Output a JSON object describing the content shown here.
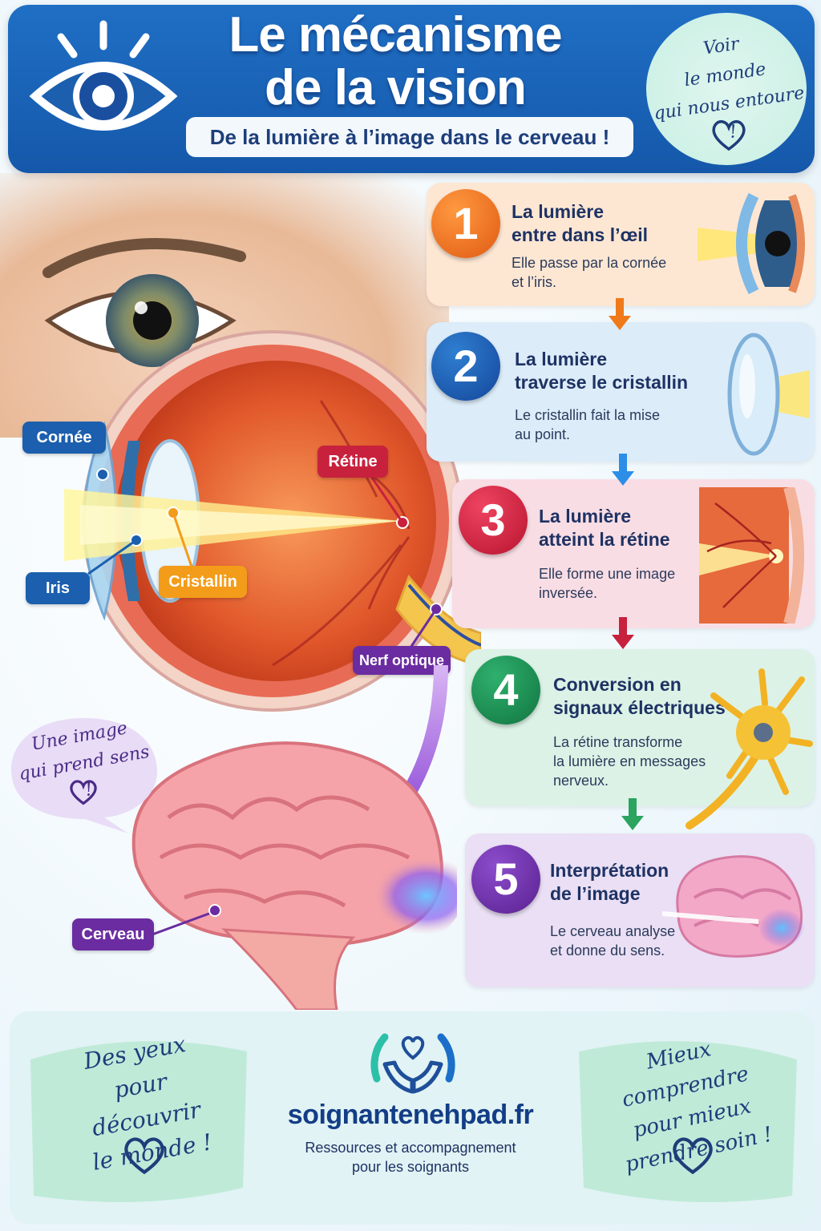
{
  "header": {
    "title_line1": "Le mécanisme",
    "title_line2": "de la vision",
    "subtitle": "De la lumière à l’image dans le cerveau !",
    "bubble_lines": [
      "Voir",
      "le monde",
      "qui nous entoure !"
    ]
  },
  "labels": {
    "cornee": "Cornée",
    "iris": "Iris",
    "cristallin": "Cristallin",
    "retine": "Rétine",
    "nerf_optique": "Nerf optique",
    "cerveau": "Cerveau"
  },
  "speech_bubble": [
    "Une image",
    "qui prend sens !"
  ],
  "steps": [
    {
      "number": "1",
      "title": [
        "La lumière",
        "entre dans l’œil"
      ],
      "desc": [
        "Elle passe par la cornée",
        "et l’iris."
      ],
      "color": "#e9661a"
    },
    {
      "number": "2",
      "title": [
        "La lumière",
        "traverse le cristallin"
      ],
      "desc": [
        "Le cristallin fait la mise",
        "au point."
      ],
      "color": "#1b5fae"
    },
    {
      "number": "3",
      "title": [
        "La lumière",
        "atteint la rétine"
      ],
      "desc": [
        "Elle forme une image",
        "inversée."
      ],
      "color": "#c8213d"
    },
    {
      "number": "4",
      "title": [
        "Conversion en",
        "signaux électriques"
      ],
      "desc": [
        "La rétine transforme",
        "la lumière en messages",
        "nerveux."
      ],
      "color": "#1b8a4f"
    },
    {
      "number": "5",
      "title": [
        "Interprétation",
        "de l’image"
      ],
      "desc": [
        "Le cerveau analyse",
        "et donne du sens."
      ],
      "color": "#6a2ca0"
    }
  ],
  "footer": {
    "left_lines": [
      "Des yeux",
      "pour découvrir",
      "le monde !"
    ],
    "right_lines": [
      "Mieux comprendre",
      "pour mieux",
      "prendre soin !"
    ],
    "brand": "soignantenehpad.fr",
    "tagline_lines": [
      "Ressources et accompagnement",
      "pour les soignants"
    ]
  }
}
